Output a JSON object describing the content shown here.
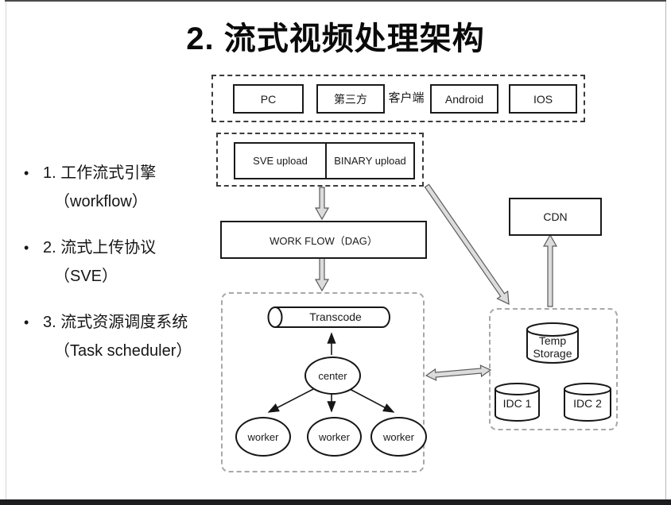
{
  "slide": {
    "title": "2. 流式视频处理架构",
    "bullet_marker": "•"
  },
  "bullets": [
    {
      "text": "1. 工作流式引擎",
      "sub": "（workflow）"
    },
    {
      "text": "2. 流式上传协议",
      "sub": "（SVE）"
    },
    {
      "text": "3. 流式资源调度系统",
      "sub": "（Task scheduler）"
    }
  ],
  "clients": {
    "pc": "PC",
    "third_party": "第三方",
    "group_label": "客户端",
    "android": "Android",
    "ios": "IOS"
  },
  "upload": {
    "sve": "SVE upload",
    "binary": "BINARY upload"
  },
  "workflow_label": "WORK FLOW（DAG）",
  "cdn_label": "CDN",
  "cluster": {
    "transcode": "Transcode",
    "center": "center",
    "workers": [
      "worker",
      "worker",
      "worker"
    ]
  },
  "storage": {
    "temp": "Temp Storage",
    "idc1": "IDC 1",
    "idc2": "IDC 2"
  },
  "colors": {
    "box_border": "#1a1a1a",
    "outline_arrow_fill": "#dcdcdc",
    "outline_arrow_stroke": "#5a5a5a",
    "footer_bar": "#1d1d20"
  }
}
